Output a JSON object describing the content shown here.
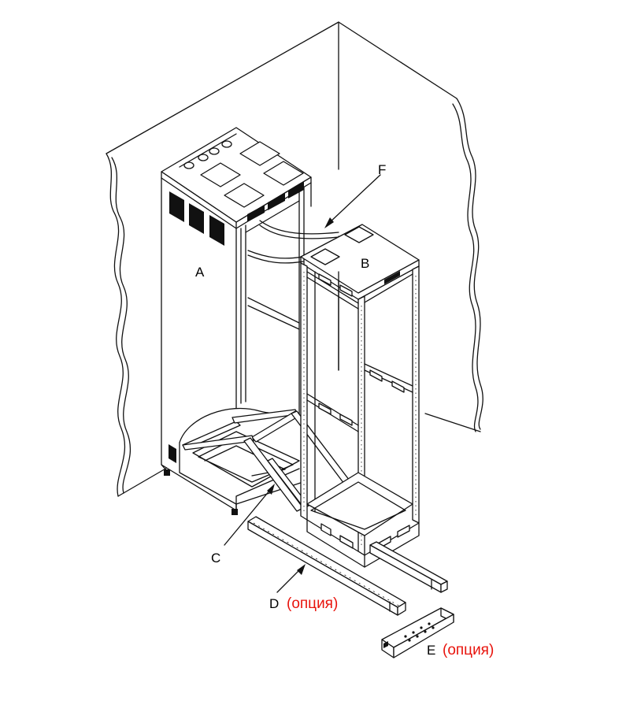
{
  "labels": {
    "a": "A",
    "b": "B",
    "c": "C",
    "d": "D",
    "d_note": "(опция)",
    "e": "E",
    "e_note": "(опция)",
    "f": "F"
  },
  "colors": {
    "line": "#111111",
    "note": "#e8130c"
  }
}
